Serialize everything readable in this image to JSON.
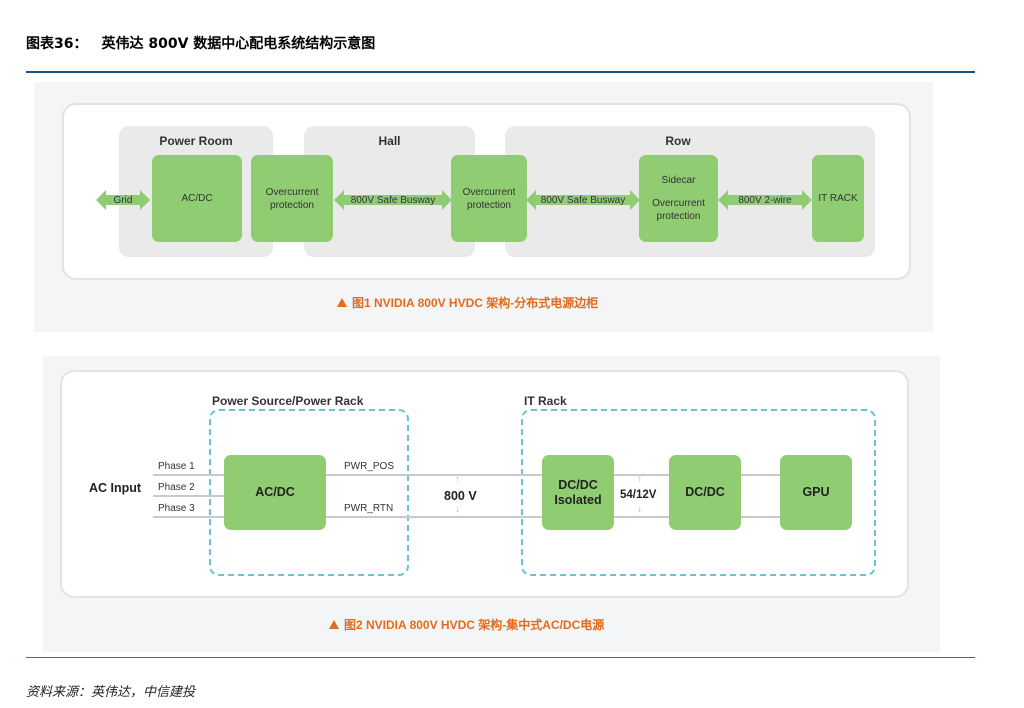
{
  "header": {
    "label": "图表36：",
    "title": "英伟达 800V 数据中心配电系统结构示意图"
  },
  "figure1": {
    "zones": {
      "power_room": "Power Room",
      "hall": "Hall",
      "row": "Row"
    },
    "grid": "Grid",
    "acdc": "AC/DC",
    "overcurrent_1": [
      "Overcurrent",
      "protection"
    ],
    "busway_1": "800V Safe Busway",
    "overcurrent_2": [
      "Overcurrent",
      "protection"
    ],
    "busway_2": "800V Safe Busway",
    "sidecar": [
      "Sidecar",
      "Overcurrent",
      "protection"
    ],
    "wire": "800V 2-wire",
    "it_rack": "IT RACK",
    "caption": "图1  NVIDIA 800V HVDC 架构-分布式电源边柜"
  },
  "figure2": {
    "power_source_title": "Power Source/Power Rack",
    "it_rack_title": "IT Rack",
    "ac_input": "AC Input",
    "phases": [
      "Phase 1",
      "Phase 2",
      "Phase 3"
    ],
    "acdc": "AC/DC",
    "pwr_pos": "PWR_POS",
    "pwr_rtn": "PWR_RTN",
    "v800": "800 V",
    "dcdc_isolated": [
      "DC/DC",
      "Isolated"
    ],
    "v54_12": "54/12V",
    "dcdc": "DC/DC",
    "gpu": "GPU",
    "caption": "图2  NVIDIA 800V HVDC 架构-集中式AC/DC电源"
  },
  "source": "资料来源：英伟达，中信建投",
  "colors": {
    "green": "#8fcc72",
    "caption": "#e36c1c",
    "dash": "#6cc3cf",
    "rule": "#1f4e79"
  }
}
